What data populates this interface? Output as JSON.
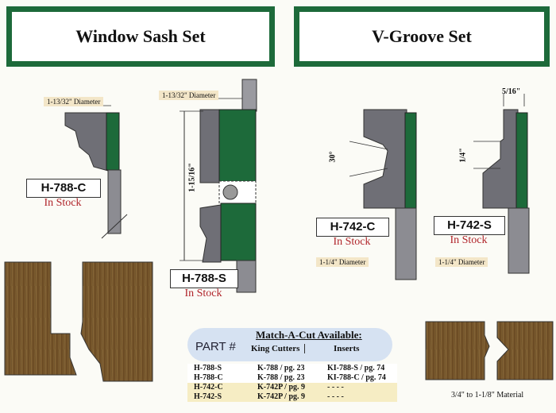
{
  "window_sash": {
    "title": "Window Sash Set",
    "cutter_c": {
      "diameter": "1-13/32\" Diameter",
      "part": "H-788-C",
      "status": "In Stock"
    },
    "cutter_s": {
      "diameter": "1-13/32\" Diameter",
      "height": "1-15/16\"",
      "part": "H-788-S",
      "status": "In Stock"
    }
  },
  "v_groove": {
    "title": "V-Groove Set",
    "cutter_c": {
      "angle": "30°",
      "part": "H-742-C",
      "status": "In Stock",
      "diameter": "1-1/4\" Diameter"
    },
    "cutter_s": {
      "width": "5/16\"",
      "height": "1/4\"",
      "part": "H-742-S",
      "status": "In Stock",
      "diameter": "1-1/4\" Diameter"
    },
    "material": "3/4\" to 1-1/8\" Material"
  },
  "match_table": {
    "heading": "Match-A-Cut Available:",
    "part_label": "PART #",
    "col_king": "King Cutters",
    "col_inserts": "Inserts",
    "rows": [
      {
        "part": "H-788-S",
        "king": "K-788 / pg. 23",
        "insert": "KI-788-S / pg. 74"
      },
      {
        "part": "H-788-C",
        "king": "K-788 / pg. 23",
        "insert": "KI-788-C / pg. 74"
      },
      {
        "part": "H-742-C",
        "king": "K-742P / pg. 9",
        "insert": "- - - -"
      },
      {
        "part": "H-742-S",
        "king": "K-742P / pg. 9",
        "insert": "- - - -"
      }
    ]
  },
  "colors": {
    "green": "#1d6a3a",
    "cutter_gray": "#6f6f76",
    "stock_red": "#b0242a",
    "wood": "#7a5a2e"
  }
}
